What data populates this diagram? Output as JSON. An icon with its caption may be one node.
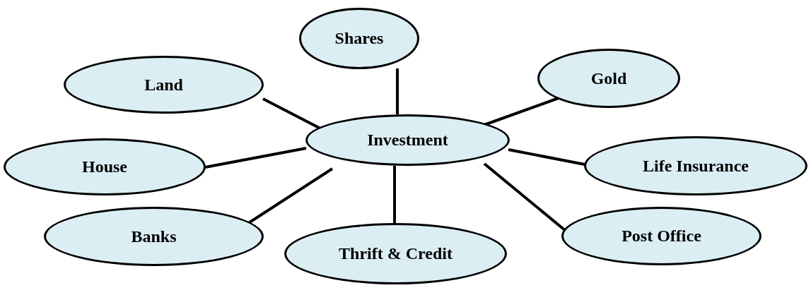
{
  "diagram": {
    "nodes": [
      {
        "text": [
          "Shares"
        ]
      },
      {
        "text": [
          "Gold"
        ]
      },
      {
        "text": [
          "Land"
        ]
      },
      {
        "text": [
          "Investment"
        ]
      },
      {
        "text": [
          "House"
        ]
      },
      {
        "text": [
          "Life Insurance"
        ]
      },
      {
        "text": [
          "Banks"
        ]
      },
      {
        "text": [
          "Thrift & Credit"
        ]
      },
      {
        "text": [
          "Post Office"
        ]
      }
    ],
    "edges": [
      {
        "from": 3,
        "to": 0,
        "arrow": "none"
      },
      {
        "from": 3,
        "to": 1,
        "arrow": "none"
      },
      {
        "from": 3,
        "to": 2,
        "arrow": "none"
      },
      {
        "from": 3,
        "to": 4,
        "arrow": "none"
      },
      {
        "from": 3,
        "to": 5,
        "arrow": "none"
      },
      {
        "from": 3,
        "to": 6,
        "arrow": "none"
      },
      {
        "from": 3,
        "to": 7,
        "arrow": "none"
      },
      {
        "from": 3,
        "to": 8,
        "arrow": "none"
      }
    ]
  }
}
